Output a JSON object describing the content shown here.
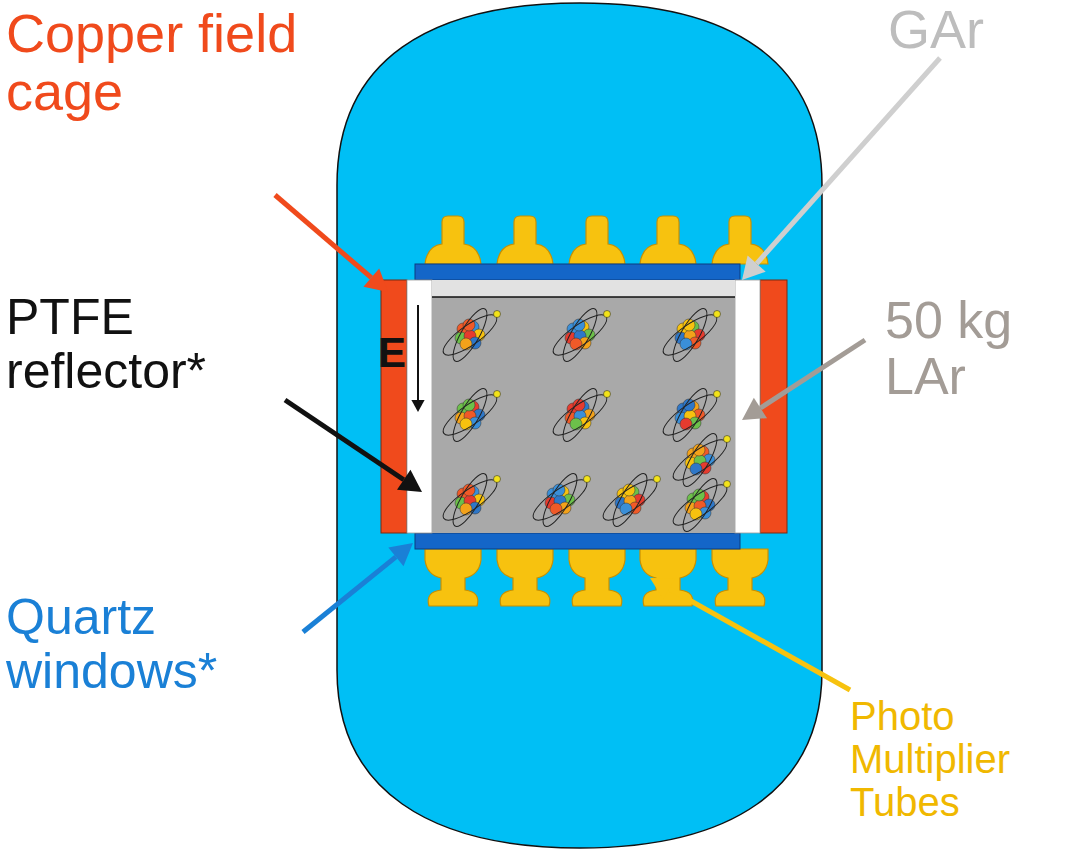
{
  "diagram": {
    "labels": [
      "Copper field cage",
      "GAr",
      "PTFE reflector*",
      "E",
      "50 kg LAr",
      "Quartz windows*",
      "Photo Multiplier Tubes"
    ]
  }
}
